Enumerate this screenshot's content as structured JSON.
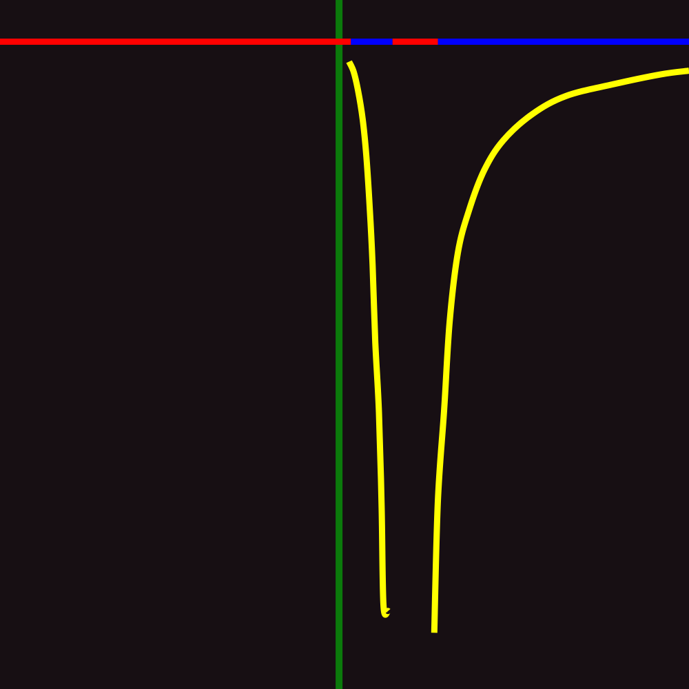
{
  "chart_data": {
    "type": "line",
    "title": "",
    "xlabel": "",
    "ylabel": "",
    "grid": false,
    "xlim": [
      -3.74,
      3.86
    ],
    "ylim": [
      -7.14,
      0.46
    ],
    "colors": {
      "background": "#170f13",
      "curve": "#ffff00",
      "y_axis": "#0b7a0b",
      "x_axis_negative": "#ff0000",
      "x_axis_positive": "#0000ff"
    },
    "axis_segments": [
      {
        "from": -3.74,
        "to": 0.13,
        "sign": "negative"
      },
      {
        "from": 0.13,
        "to": 0.59,
        "sign": "positive"
      },
      {
        "from": 0.59,
        "to": 1.09,
        "sign": "negative"
      },
      {
        "from": 1.09,
        "to": 3.86,
        "sign": "positive"
      }
    ],
    "series": [
      {
        "segment": "left-branch",
        "points": [
          [
            0.11,
            -0.22
          ],
          [
            0.16,
            -0.33
          ],
          [
            0.21,
            -0.54
          ],
          [
            0.26,
            -0.85
          ],
          [
            0.3,
            -1.25
          ],
          [
            0.34,
            -1.86
          ],
          [
            0.37,
            -2.47
          ],
          [
            0.4,
            -3.32
          ],
          [
            0.44,
            -4.09
          ],
          [
            0.47,
            -5.14
          ],
          [
            0.49,
            -6.22
          ],
          [
            0.54,
            -6.28
          ]
        ]
      },
      {
        "segment": "right-branch",
        "points": [
          [
            1.05,
            -6.52
          ],
          [
            1.09,
            -5.07
          ],
          [
            1.16,
            -4.05
          ],
          [
            1.22,
            -3.09
          ],
          [
            1.31,
            -2.33
          ],
          [
            1.43,
            -1.87
          ],
          [
            1.6,
            -1.42
          ],
          [
            1.81,
            -1.09
          ],
          [
            2.13,
            -0.8
          ],
          [
            2.5,
            -0.6
          ],
          [
            3.02,
            -0.47
          ],
          [
            3.55,
            -0.36
          ],
          [
            3.86,
            -0.32
          ]
        ]
      }
    ]
  }
}
